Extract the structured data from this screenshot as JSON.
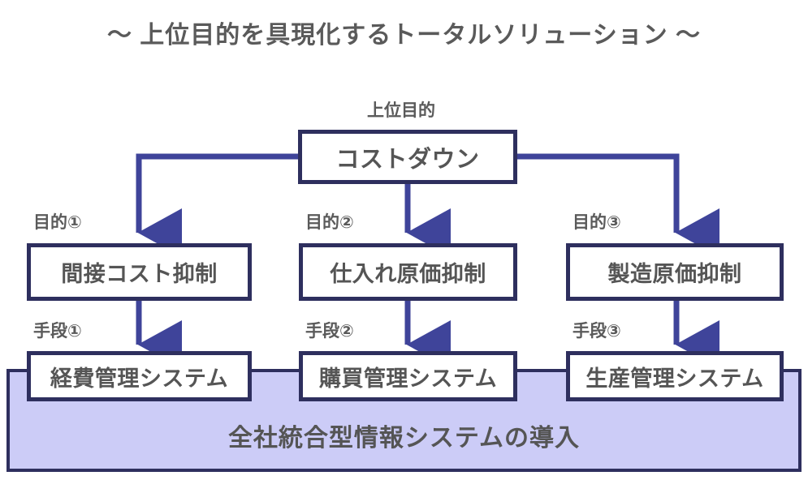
{
  "title": "～ 上位目的を具現化するトータルソリューション ～",
  "colors": {
    "title_text": "#5a5a5a",
    "box_border": "#2e2f5e",
    "box_fill": "#ffffff",
    "box_text": "#555555",
    "connector": "#3f449a",
    "band_fill": "#ccccf7",
    "band_border": "#2e2f5e",
    "caption_text": "#5a5a5a"
  },
  "goal": {
    "caption": "上位目的",
    "label": "コストダウン"
  },
  "objectives": [
    {
      "caption": "目的①",
      "label": "間接コスト抑制"
    },
    {
      "caption": "目的②",
      "label": "仕入れ原価抑制"
    },
    {
      "caption": "目的③",
      "label": "製造原価抑制"
    }
  ],
  "means": [
    {
      "caption": "手段①",
      "label": "経費管理システム"
    },
    {
      "caption": "手段②",
      "label": "購買管理システム"
    },
    {
      "caption": "手段③",
      "label": "生産管理システム"
    }
  ],
  "band": {
    "label": "全社統合型情報システムの導入"
  }
}
